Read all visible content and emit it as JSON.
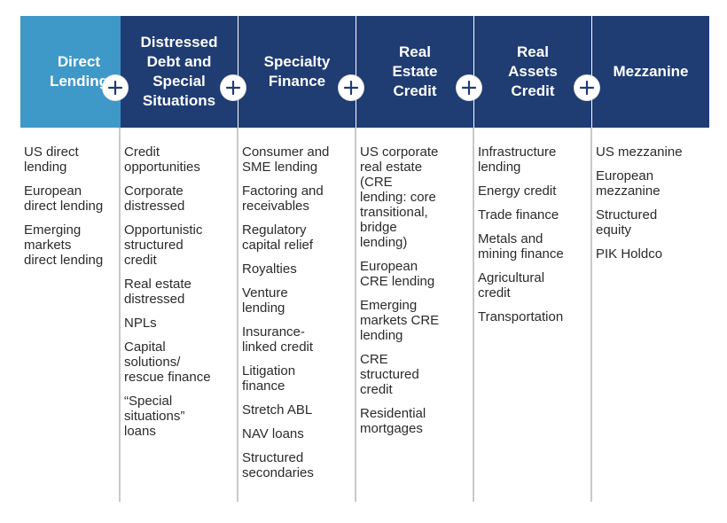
{
  "colors": {
    "header_light": "#3e98c8",
    "header_dark": "#1f3c73",
    "divider": "#c9c9c9",
    "text": "#2b2b2b",
    "plus_icon": "#1f3c73"
  },
  "columns": [
    {
      "title": "Direct\nLending",
      "items": [
        "US direct\nlending",
        "European\ndirect lending",
        "Emerging\nmarkets\ndirect lending"
      ]
    },
    {
      "title": "Distressed\nDebt and\nSpecial\nSituations",
      "items": [
        "Credit\nopportunities",
        "Corporate\ndistressed",
        "Opportunistic\nstructured\ncredit",
        "Real estate\ndistressed",
        "NPLs",
        "Capital\nsolutions/\nrescue finance",
        "“Special\nsituations”\nloans"
      ]
    },
    {
      "title": "Specialty\nFinance",
      "items": [
        "Consumer and\nSME lending",
        "Factoring and\nreceivables",
        "Regulatory\ncapital relief",
        "Royalties",
        "Venture\nlending",
        "Insurance-\nlinked credit",
        "Litigation\nfinance",
        "Stretch ABL",
        "NAV loans",
        "Structured\nsecondaries"
      ]
    },
    {
      "title": "Real\nEstate\nCredit",
      "items": [
        "US corporate\nreal estate\n(CRE\nlending: core\ntransitional,\nbridge\nlending)",
        "European\nCRE lending",
        "Emerging\nmarkets CRE\nlending",
        "CRE\nstructured\ncredit",
        "Residential\nmortgages"
      ]
    },
    {
      "title": "Real\nAssets\nCredit",
      "items": [
        "Infrastructure\nlending",
        "Energy credit",
        "Trade finance",
        "Metals and\nmining finance",
        "Agricultural\ncredit",
        "Transportation"
      ]
    },
    {
      "title": "Mezzanine",
      "items": [
        "US mezzanine",
        "European\nmezzanine",
        "Structured\nequity",
        "PIK Holdco"
      ]
    }
  ],
  "icons": {
    "connector": "plus-icon"
  }
}
